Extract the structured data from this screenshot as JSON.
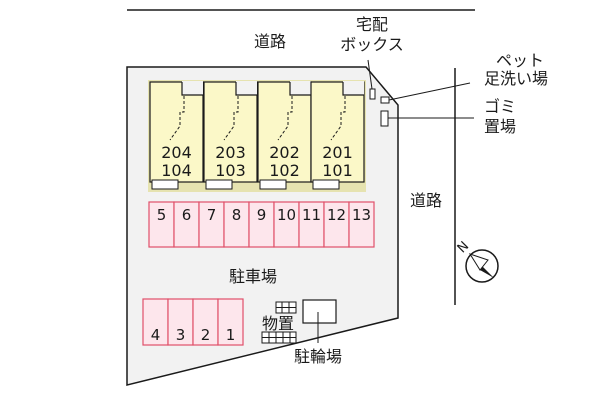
{
  "road_top": "道路",
  "road_right": "道路",
  "delivery_box": [
    "宅配",
    "ボックス"
  ],
  "pet_wash": [
    "ペット",
    "足洗い場"
  ],
  "garbage": [
    "ゴミ",
    "置場"
  ],
  "units": [
    {
      "upper": "204",
      "lower": "104"
    },
    {
      "upper": "203",
      "lower": "103"
    },
    {
      "upper": "202",
      "lower": "102"
    },
    {
      "upper": "201",
      "lower": "101"
    }
  ],
  "parking_label": "駐車場",
  "parking_upper": [
    "5",
    "6",
    "7",
    "8",
    "9",
    "10",
    "11",
    "12",
    "13"
  ],
  "parking_lower": [
    "4",
    "3",
    "2",
    "1"
  ],
  "storage": "物置",
  "bicycle_parking": "駐輪場",
  "colors": {
    "building": "#fbf8c8",
    "parking_fill": "#fde6ec",
    "parking_stroke": "#e0506a",
    "site_fill": "#f2f2f2",
    "line": "#1a1a1a"
  }
}
